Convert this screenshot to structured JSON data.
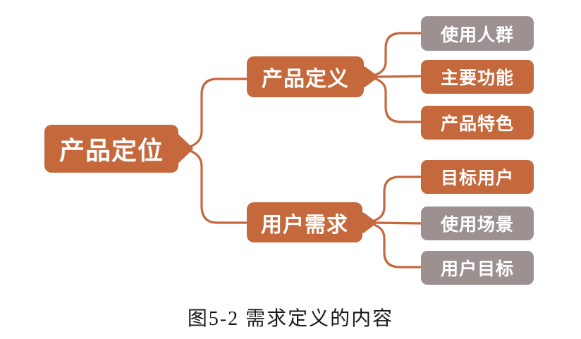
{
  "figure": {
    "caption": "图5-2 需求定义的内容"
  },
  "colors": {
    "orange": "#C5683C",
    "gray": "#9C9190",
    "node_text": "#FFFFFF",
    "caption": "#1A1A1A",
    "background": "#FFFFFF"
  },
  "diagram": {
    "root": {
      "label": "产品定位",
      "color": "#C5683C"
    },
    "branches": [
      {
        "label": "产品定义",
        "color": "#C5683C",
        "children": [
          {
            "label": "使用人群",
            "color": "#9C9190"
          },
          {
            "label": "主要功能",
            "color": "#C5683C"
          },
          {
            "label": "产品特色",
            "color": "#C5683C"
          }
        ]
      },
      {
        "label": "用户需求",
        "color": "#C5683C",
        "children": [
          {
            "label": "目标用户",
            "color": "#C5683C"
          },
          {
            "label": "使用场景",
            "color": "#9C9190"
          },
          {
            "label": "用户目标",
            "color": "#9C9190"
          }
        ]
      }
    ]
  }
}
